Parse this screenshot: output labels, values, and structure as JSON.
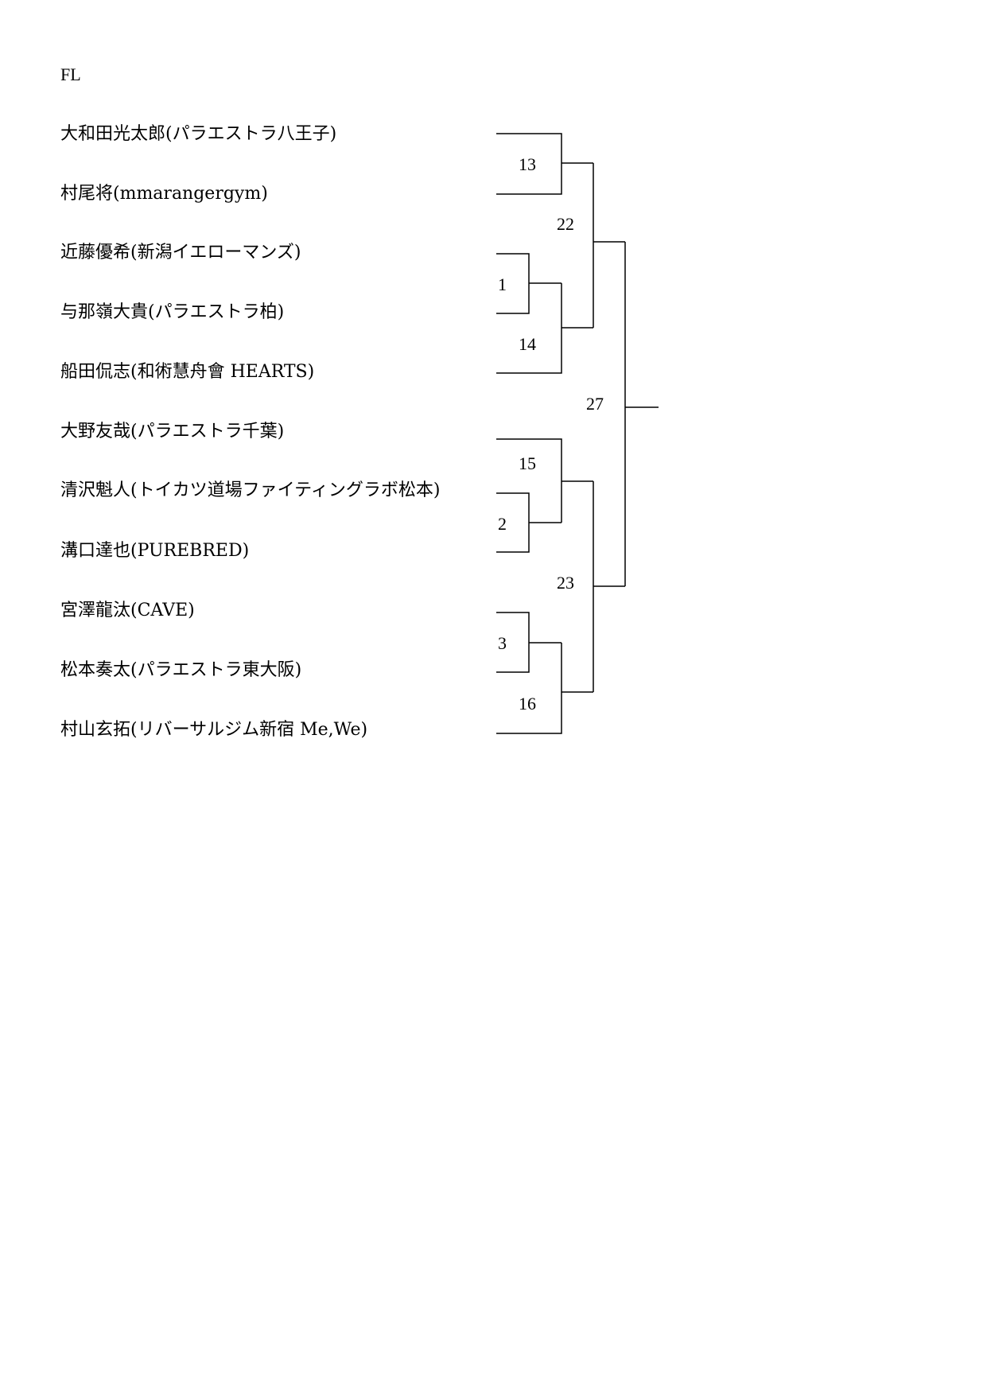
{
  "division": "FL",
  "entrants": [
    "大和田光太郎(パラエストラ八王子)",
    "村尾将(mmarangergym)",
    "近藤優希(新潟イエローマンズ)",
    "与那嶺大貴(パラエストラ柏)",
    "船田侃志(和術慧舟會 HEARTS)",
    "大野友哉(パラエストラ千葉)",
    "清沢魁人(トイカツ道場ファイティングラボ松本)",
    "溝口達也(PUREBRED)",
    "宮澤龍汰(CAVE)",
    "松本奏太(パラエストラ東大阪)",
    "村山玄拓(リバーサルジム新宿 Me,We)"
  ],
  "matches": [
    "1",
    "2",
    "3",
    "13",
    "14",
    "15",
    "16",
    "22",
    "23",
    "27"
  ]
}
